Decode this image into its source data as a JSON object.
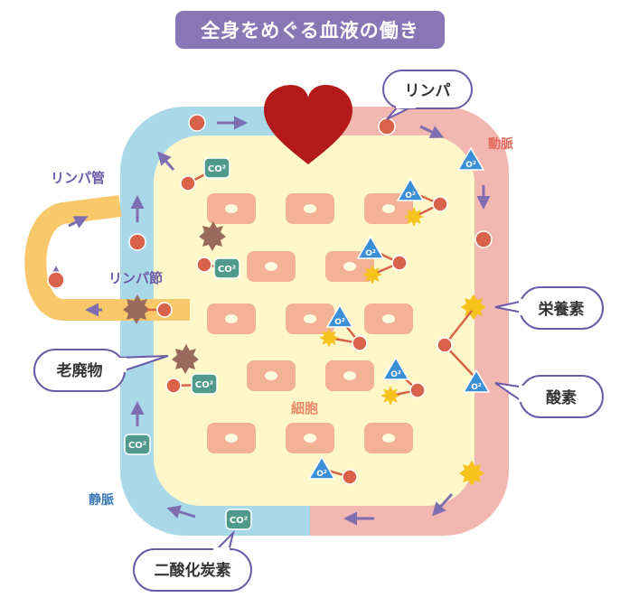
{
  "title": "全身をめぐる血液の働き",
  "labels": {
    "artery": "動脈",
    "vein": "静脈",
    "lymph_vessel": "リンパ管",
    "lymph_node": "リンパ節",
    "cells": "細胞"
  },
  "callouts": {
    "lymph": "リンパ",
    "nutrient": "栄養素",
    "oxygen": "酸素",
    "waste": "老廃物",
    "carbon_dioxide": "二酸化炭素"
  },
  "molecules": {
    "co2": "CO²",
    "o2": "O²"
  },
  "colors": {
    "title_bg": "#8877b5",
    "artery": "#f3b7b1",
    "vein": "#a9d8e8",
    "tissue": "#fdf7c9",
    "lymph": "#f8c86b",
    "heart": "#b51a1a",
    "blood_cell": "#d9634a",
    "body_cell": "#f3b295",
    "co2_tag": "#4f9a8c",
    "o2_tag": "#3b8fd4",
    "nutrient": "#f6c21c",
    "waste": "#9a6b5a",
    "callout_border": "#6b5aa6",
    "arrow": "#7f6db2"
  }
}
